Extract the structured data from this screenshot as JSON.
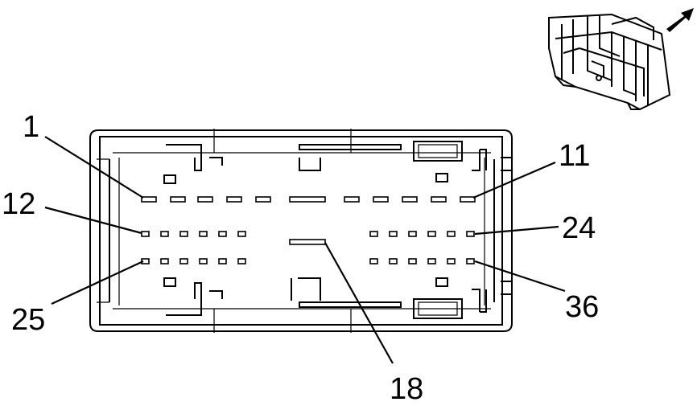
{
  "labels": {
    "pin_1": "1",
    "pin_11": "11",
    "pin_12": "12",
    "pin_24": "24",
    "pin_25": "25",
    "pin_36": "36",
    "pin_18": "18"
  },
  "icons": {
    "direction_arrow": "arrow-up-right-icon",
    "connector_view": "connector-isometric-icon"
  },
  "colors": {
    "line": "#000000",
    "background": "#ffffff"
  }
}
